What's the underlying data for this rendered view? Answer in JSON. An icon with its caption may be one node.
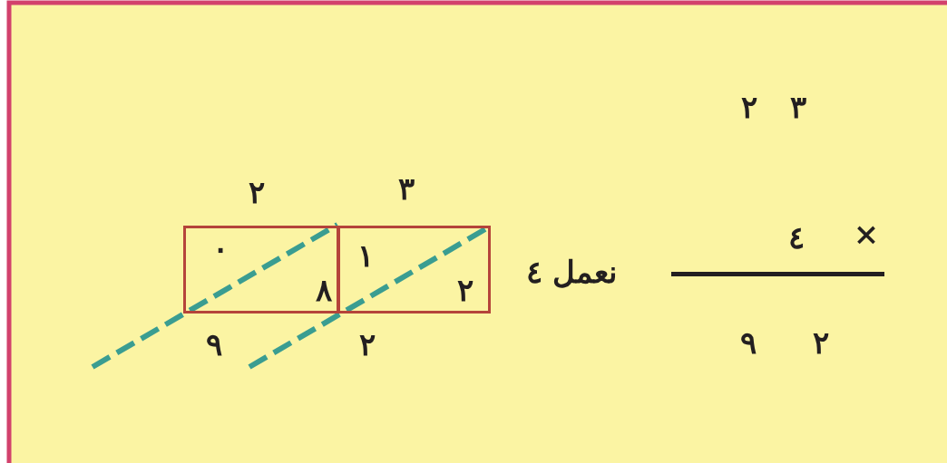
{
  "diagram": {
    "nodes": [
      {
        "text": [
          "٠",
          "٨"
        ]
      },
      {
        "text": [
          "١",
          "٢"
        ]
      }
    ],
    "labels": [
      "٢",
      "٣",
      "٢",
      "٣",
      "×",
      "٤",
      "نعمل ٤",
      "٩",
      "٢",
      "٩",
      "٢"
    ]
  }
}
